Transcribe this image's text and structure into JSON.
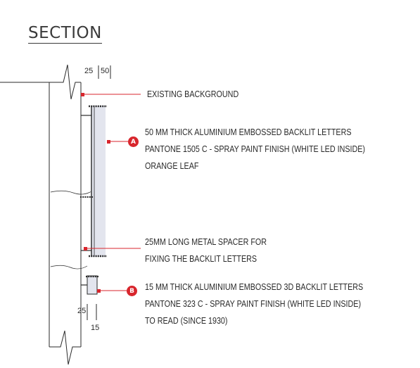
{
  "title": "SECTION",
  "dims": {
    "top_a": "25",
    "top_b": "50",
    "bottom_a": "25",
    "bottom_b": "15"
  },
  "notes": {
    "background": [
      "EXISTING BACKGROUND"
    ],
    "letters_a": [
      "50 MM THICK ALUMINIUM EMBOSSED  BACKLIT LETTERS",
      "PANTONE 1505 C - SPRAY PAINT FINISH (WHITE LED INSIDE)",
      "ORANGE LEAF"
    ],
    "spacer": [
      "25MM LONG METAL SPACER  FOR",
      "FIXING THE BACKLIT LETTERS"
    ],
    "letters_b": [
      "15 MM THICK ALUMINIUM EMBOSSED  3D BACKLIT LETTERS",
      "PANTONE 323 C - SPRAY PAINT FINISH (WHITE LED INSIDE)",
      "TO READ (SINCE 1930)"
    ]
  },
  "markers": {
    "a": "A",
    "b": "B"
  },
  "colors": {
    "leader": "#d8262d",
    "line": "#2a2a2a",
    "letter_fill": "#e3e5ee"
  }
}
